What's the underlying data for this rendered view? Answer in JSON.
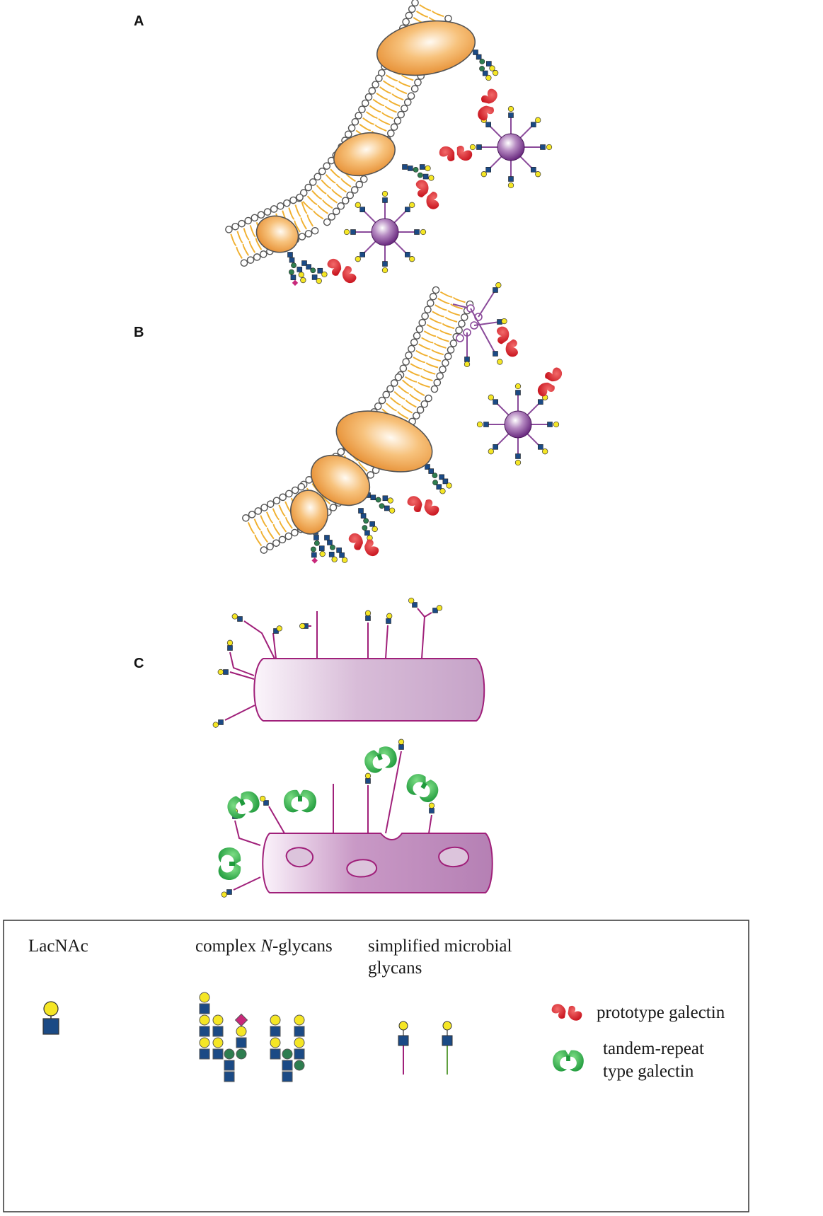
{
  "panels": {
    "a_label": "A",
    "b_label": "B",
    "c_label": "C"
  },
  "legend": {
    "lacnac": "LacNAc",
    "complex_prefix": "complex ",
    "complex_italic": "N",
    "complex_suffix": "-glycans",
    "microbial_line1": "simplified microbial",
    "microbial_line2": "glycans",
    "prototype": "prototype galectin",
    "tandem_line1": "tandem-repeat",
    "tandem_line2": "type galectin"
  },
  "colors": {
    "galactose": "#f5e625",
    "glcnac": "#1b4a85",
    "mannose": "#2e7d4f",
    "sialic_acid": "#c8287a",
    "prototype_galectin": "#d6202a",
    "tandem_galectin": "#2aa84a",
    "membrane_protein": "#f0a050",
    "multivalent_core": "#8a4a9a",
    "cell_body": "#c8a0c8",
    "cell_outline": "#a0207a",
    "lipid_tail": "#f0b030",
    "microbial_glycan_purple": "#a0207a",
    "microbial_glycan_green": "#60a040"
  }
}
